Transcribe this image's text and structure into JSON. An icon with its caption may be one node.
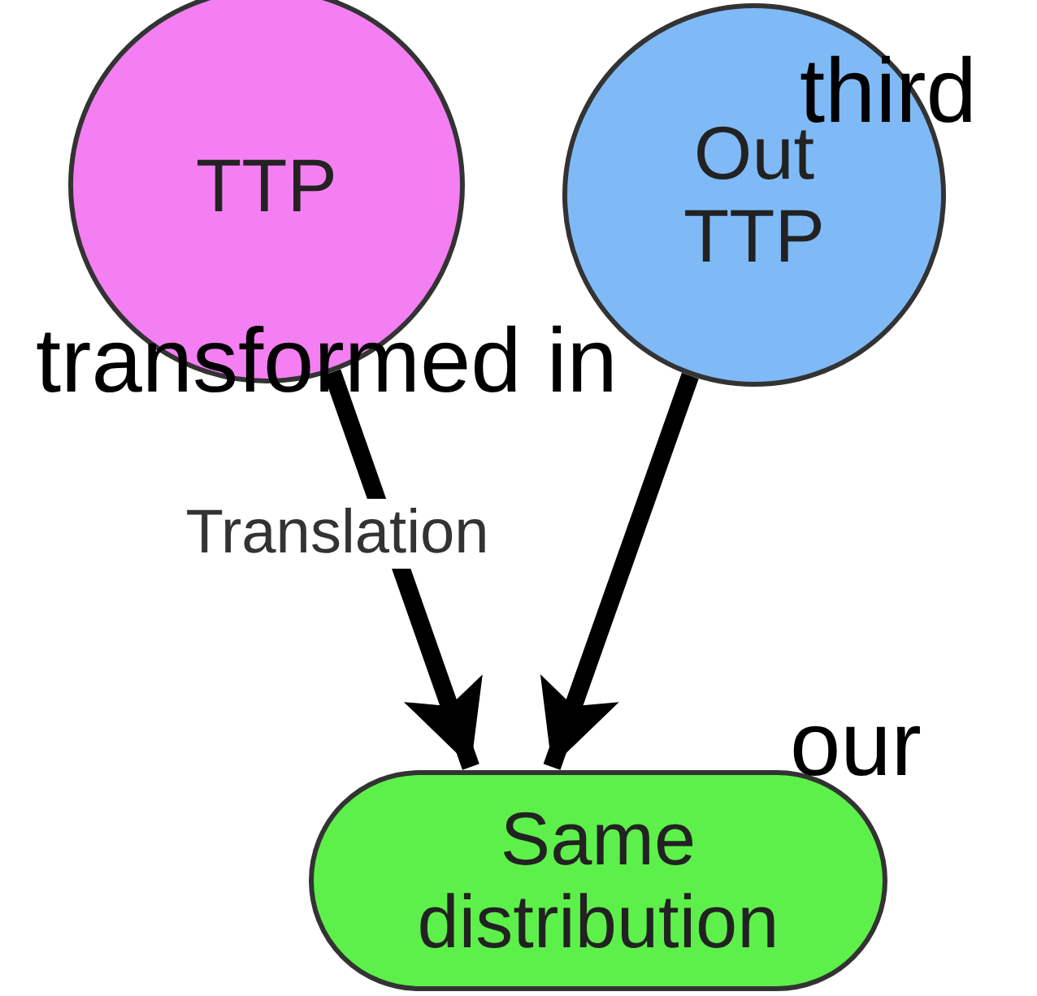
{
  "diagram": {
    "nodes": [
      {
        "text": [
          "TTP"
        ]
      },
      {
        "text": [
          "Out TTP"
        ]
      },
      {
        "text": [
          "Same distribution"
        ]
      }
    ],
    "edges": [
      {
        "from": 0,
        "to": 2,
        "arrow": "to",
        "label": "Translation"
      },
      {
        "from": 1,
        "to": 2,
        "arrow": "to"
      }
    ],
    "labels": [
      "third",
      "transformed in",
      "our"
    ]
  }
}
